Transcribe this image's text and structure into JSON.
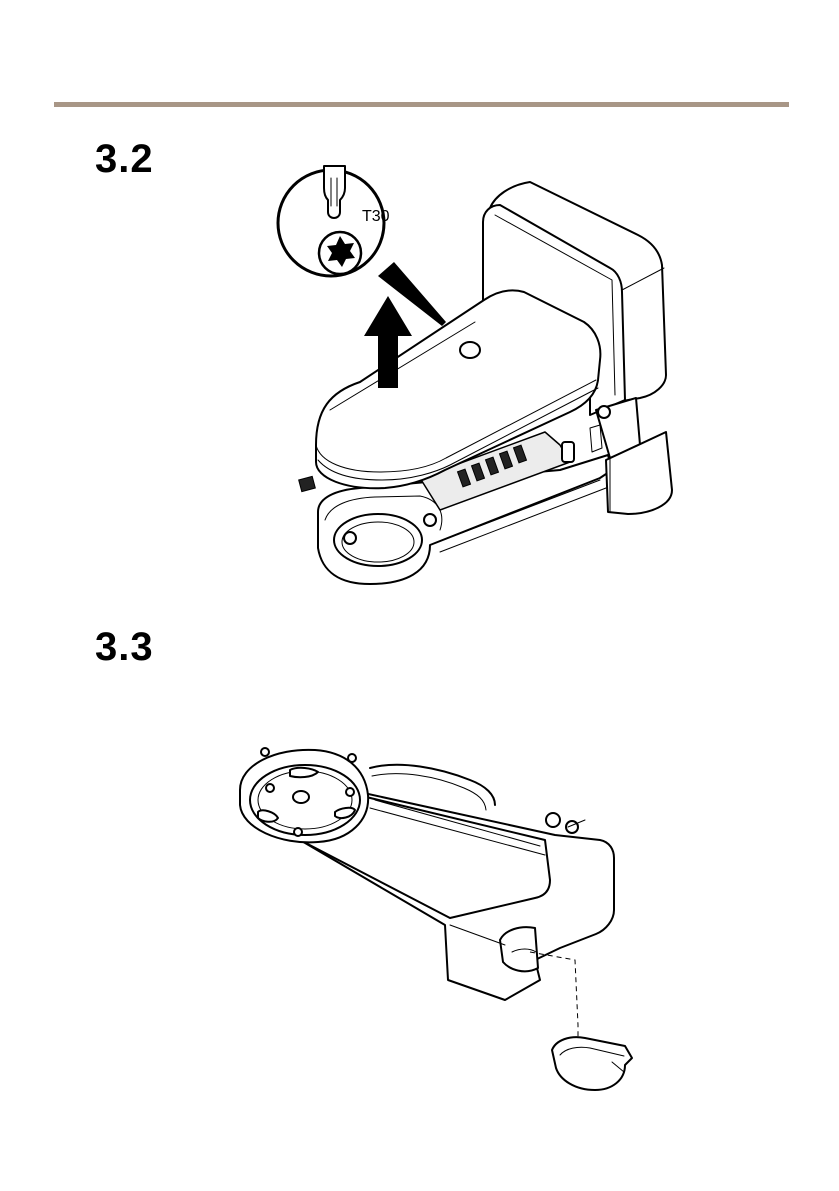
{
  "steps": [
    {
      "number": "3.2",
      "tool_label": "T30",
      "tool": "torx-screwdriver-icon",
      "arrow": "arrow-up-icon"
    },
    {
      "number": "3.3"
    }
  ],
  "colors": {
    "rule": "#a89686",
    "text": "#000000",
    "background": "#ffffff"
  }
}
